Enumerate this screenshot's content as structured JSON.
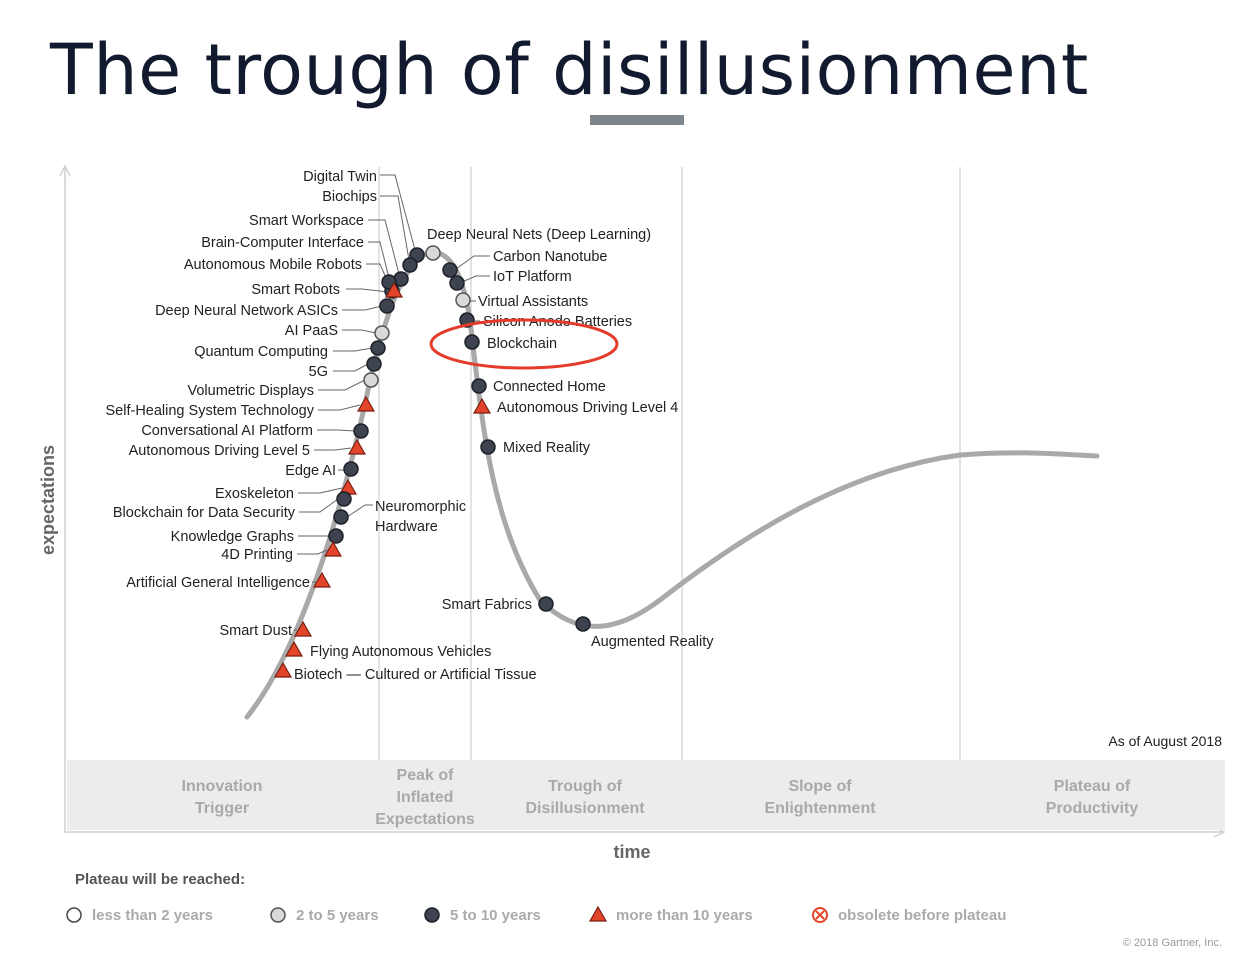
{
  "title": "The trough of disillusionment",
  "axis": {
    "y": "expectations",
    "x": "time"
  },
  "as_of": "As of August 2018",
  "copyright": "© 2018 Gartner, Inc.",
  "phases": [
    {
      "lines": [
        "Innovation",
        "Trigger"
      ]
    },
    {
      "lines": [
        "Peak of",
        "Inflated",
        "Expectations"
      ]
    },
    {
      "lines": [
        "Trough of",
        "Disillusionment"
      ]
    },
    {
      "lines": [
        "Slope of",
        "Enlightenment"
      ]
    },
    {
      "lines": [
        "Plateau of",
        "Productivity"
      ]
    }
  ],
  "legend": {
    "title": "Plateau will be reached:",
    "items": [
      {
        "label": "less than 2 years",
        "marker": "circle-white"
      },
      {
        "label": "2 to 5 years",
        "marker": "circle-light"
      },
      {
        "label": "5 to 10 years",
        "marker": "circle-dark"
      },
      {
        "label": "more than 10 years",
        "marker": "triangle-red"
      },
      {
        "label": "obsolete before plateau",
        "marker": "x-red"
      }
    ]
  },
  "colors": {
    "curve": "#a9a9a9",
    "dot_dark": "#3e4350",
    "dot_light": "#d9d9d9",
    "triangle": "#e3452b",
    "highlight_ring": "#e53b2a",
    "phase_band": "#ececec"
  },
  "technologies": [
    {
      "name": "Digital Twin",
      "marker": "circle-dark"
    },
    {
      "name": "Biochips",
      "marker": "circle-dark"
    },
    {
      "name": "Smart Workspace",
      "marker": "circle-dark"
    },
    {
      "name": "Brain-Computer Interface",
      "marker": "circle-dark"
    },
    {
      "name": "Autonomous Mobile Robots",
      "marker": "circle-dark"
    },
    {
      "name": "Smart Robots",
      "marker": "triangle-red"
    },
    {
      "name": "Deep Neural Network ASICs",
      "marker": "circle-dark"
    },
    {
      "name": "AI PaaS",
      "marker": "circle-light"
    },
    {
      "name": "Quantum Computing",
      "marker": "circle-dark"
    },
    {
      "name": "5G",
      "marker": "circle-dark"
    },
    {
      "name": "Volumetric Displays",
      "marker": "circle-light"
    },
    {
      "name": "Self-Healing System Technology",
      "marker": "triangle-red"
    },
    {
      "name": "Conversational AI Platform",
      "marker": "circle-dark"
    },
    {
      "name": "Autonomous Driving Level 5",
      "marker": "triangle-red"
    },
    {
      "name": "Edge AI",
      "marker": "circle-dark"
    },
    {
      "name": "Exoskeleton",
      "marker": "triangle-red"
    },
    {
      "name": "Blockchain for Data Security",
      "marker": "circle-dark"
    },
    {
      "name": "Neuromorphic Hardware",
      "marker": "circle-dark"
    },
    {
      "name": "Knowledge Graphs",
      "marker": "circle-dark"
    },
    {
      "name": "4D Printing",
      "marker": "triangle-red"
    },
    {
      "name": "Artificial General Intelligence",
      "marker": "triangle-red"
    },
    {
      "name": "Smart Dust",
      "marker": "triangle-red"
    },
    {
      "name": "Flying Autonomous Vehicles",
      "marker": "triangle-red"
    },
    {
      "name": "Biotech — Cultured or Artificial Tissue",
      "marker": "triangle-red"
    },
    {
      "name": "Deep Neural Nets (Deep Learning)",
      "marker": "circle-light"
    },
    {
      "name": "Carbon Nanotube",
      "marker": "circle-dark"
    },
    {
      "name": "IoT Platform",
      "marker": "circle-dark"
    },
    {
      "name": "Virtual Assistants",
      "marker": "circle-light"
    },
    {
      "name": "Silicon Anode Batteries",
      "marker": "circle-dark"
    },
    {
      "name": "Blockchain",
      "marker": "circle-dark",
      "highlighted": true
    },
    {
      "name": "Connected Home",
      "marker": "circle-dark"
    },
    {
      "name": "Autonomous Driving Level 4",
      "marker": "triangle-red"
    },
    {
      "name": "Mixed Reality",
      "marker": "circle-dark"
    },
    {
      "name": "Smart Fabrics",
      "marker": "circle-dark"
    },
    {
      "name": "Augmented Reality",
      "marker": "circle-dark"
    }
  ]
}
